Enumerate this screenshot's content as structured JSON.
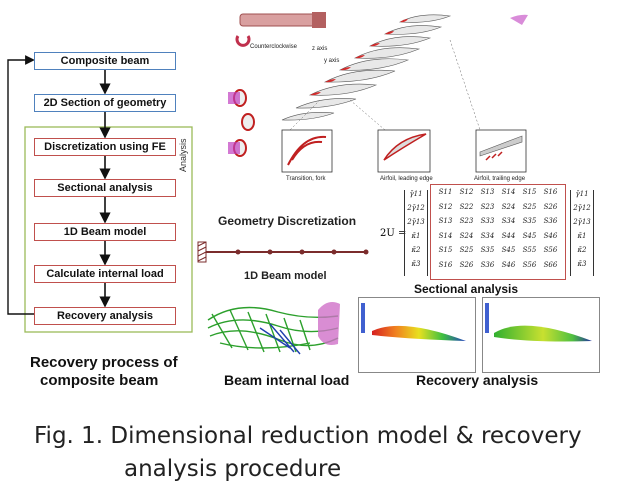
{
  "flowchart": {
    "steps": [
      "Composite beam",
      "2D Section of geometry",
      "Discretization using FE",
      "Sectional analysis",
      "1D Beam model",
      "Calculate internal load",
      "Recovery analysis"
    ],
    "caption_line1": "Recovery process of",
    "caption_line2": "composite beam"
  },
  "analysis_label": "Analysis",
  "geometry": {
    "title": "Geometry Discretization",
    "blade_label": "Counterclockwise",
    "z_axis": "z axis",
    "y_axis": "y axis",
    "insets": [
      "Transition, fork",
      "Airfoil, leading edge",
      "Airfoil, trailing edge"
    ]
  },
  "beam_model": {
    "title": "1D Beam model"
  },
  "sectional": {
    "title": "Sectional analysis",
    "lhs": "2U =",
    "vector": [
      "γ̄11",
      "2γ̄12",
      "2γ̄13",
      "κ̄1",
      "κ̄2",
      "κ̄3"
    ],
    "matrix": [
      [
        "S11",
        "S12",
        "S13",
        "S14",
        "S15",
        "S16"
      ],
      [
        "S12",
        "S22",
        "S23",
        "S24",
        "S25",
        "S26"
      ],
      [
        "S13",
        "S23",
        "S33",
        "S34",
        "S35",
        "S36"
      ],
      [
        "S14",
        "S24",
        "S34",
        "S44",
        "S45",
        "S46"
      ],
      [
        "S15",
        "S25",
        "S35",
        "S45",
        "S55",
        "S56"
      ],
      [
        "S16",
        "S26",
        "S36",
        "S46",
        "S56",
        "S66"
      ]
    ]
  },
  "internal_load": {
    "title": "Beam internal load"
  },
  "recovery": {
    "title": "Recovery analysis"
  },
  "figure_caption": {
    "line1": "Fig. 1. Dimensional reduction model & recovery",
    "line2": "analysis procedure"
  },
  "colors": {
    "blue_box": "#4f81bd",
    "red_box": "#c0504d",
    "group_box": "#9bbb59",
    "beam_line": "#7b2c2c"
  }
}
